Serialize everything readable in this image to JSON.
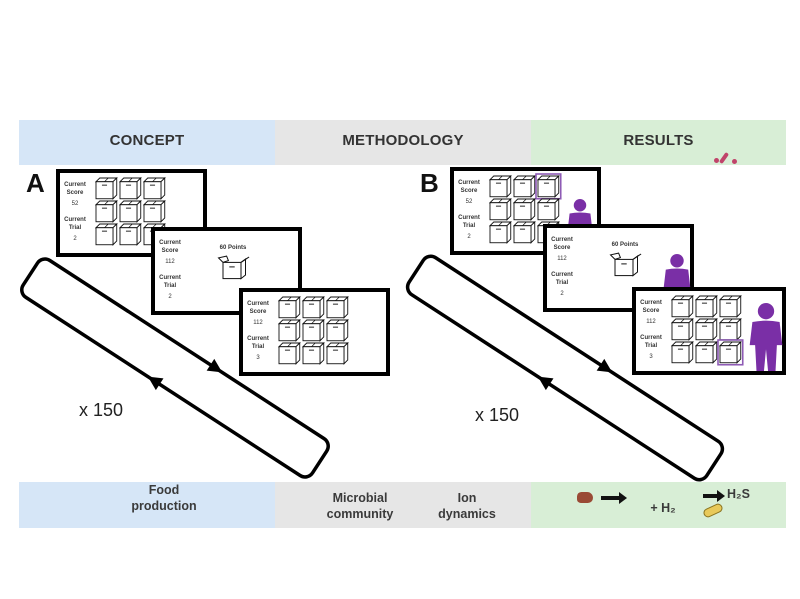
{
  "header": {
    "concept": "CONCEPT",
    "methodology": "METHODOLOGY",
    "results": "RESULTS"
  },
  "footer": {
    "concept_text": "Food\nproduction",
    "methodology_left": "Microbial\ncommunity",
    "methodology_right": "Ion\ndynamics",
    "results_h2": "+ H₂",
    "results_h2s": "H₂S"
  },
  "panels": [
    {
      "letter": "A",
      "repeat": "x 150",
      "screens": [
        {
          "score_label": "Current Score",
          "score": "52",
          "trial_label": "Current Trial",
          "trial": "2",
          "type": "grid",
          "selected_box": null
        },
        {
          "score_label": "Current Score",
          "score": "112",
          "trial_label": "Current Trial",
          "trial": "2",
          "type": "reward",
          "reward": "60 Points"
        },
        {
          "score_label": "Current Score",
          "score": "112",
          "trial_label": "Current Trial",
          "trial": "3",
          "type": "grid",
          "selected_box": null
        }
      ]
    },
    {
      "letter": "B",
      "repeat": "x 150",
      "screens": [
        {
          "score_label": "Current Score",
          "score": "52",
          "trial_label": "Current Trial",
          "trial": "2",
          "type": "grid",
          "selected_box": 3,
          "partner": true
        },
        {
          "score_label": "Current Score",
          "score": "112",
          "trial_label": "Current Trial",
          "trial": "2",
          "type": "reward",
          "reward": "60 Points",
          "partner": true
        },
        {
          "score_label": "Current Score",
          "score": "112",
          "trial_label": "Current Trial",
          "trial": "3",
          "type": "grid",
          "selected_box": 9,
          "partner": true
        }
      ]
    }
  ],
  "colors": {
    "concept_bg": "#d6e6f7",
    "methodology_bg": "#e6e6e6",
    "results_bg": "#d8eed6",
    "partner": "#7a2fa6",
    "selection": "#8e5bb5"
  }
}
